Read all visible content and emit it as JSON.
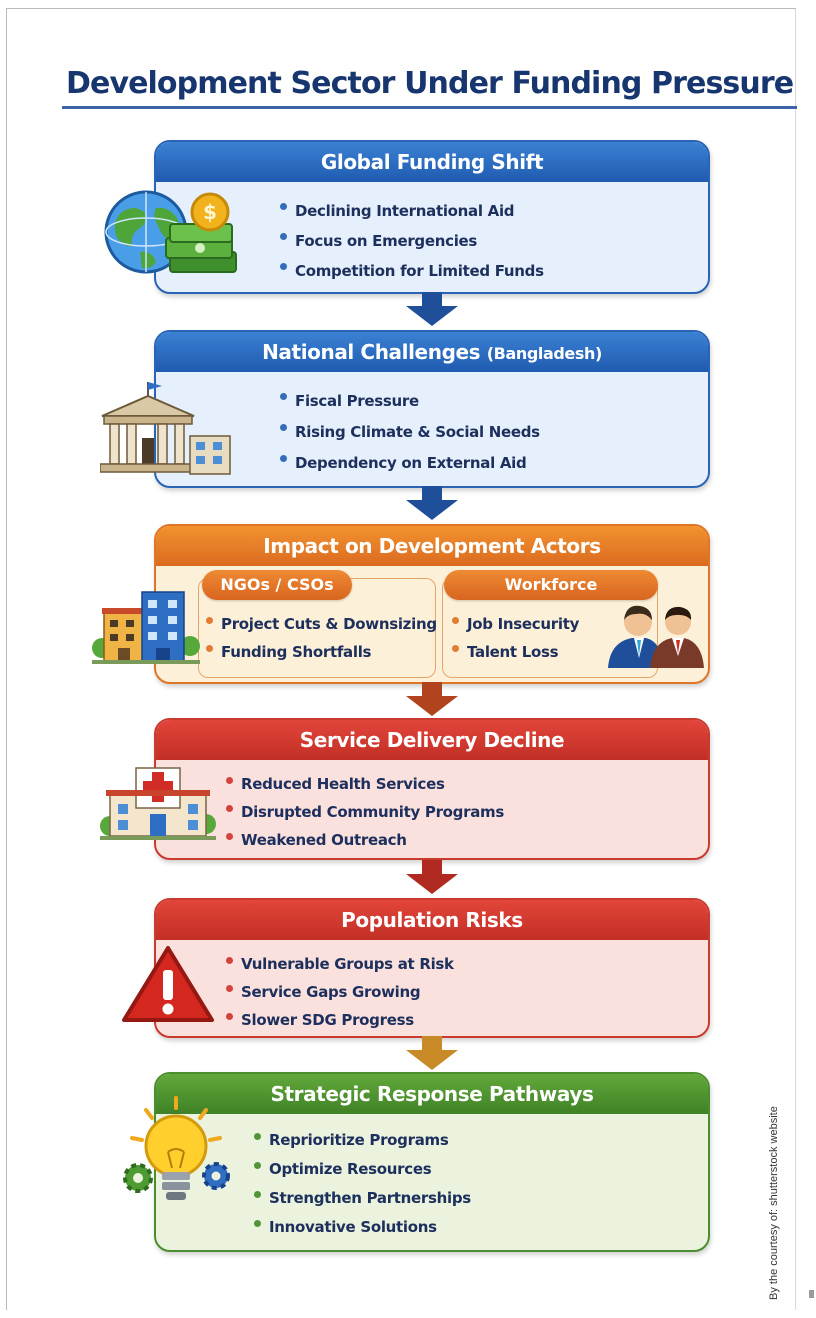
{
  "title": "Development Sector Under Funding Pressure",
  "credit": "By the courtesy of: shutterstock website",
  "colors": {
    "title": "#17356e",
    "blue": "#2a64b6",
    "orange": "#e0752a",
    "red": "#c93a2f",
    "green": "#4b8e2f"
  },
  "sections": {
    "global": {
      "title": "Global Funding Shift",
      "icon": "globe-money-icon",
      "items": [
        "Declining International Aid",
        "Focus on Emergencies",
        "Competition for Limited Funds"
      ]
    },
    "national": {
      "title": "National Challenges",
      "title_suffix": "(Bangladesh)",
      "icon": "government-building-icon",
      "items": [
        "Fiscal Pressure",
        "Rising Climate & Social Needs",
        "Dependency on External Aid"
      ]
    },
    "impact": {
      "title": "Impact on Development Actors",
      "ngos": {
        "title": "NGOs / CSOs",
        "icon": "office-buildings-icon",
        "items": [
          "Project Cuts & Downsizing",
          "Funding Shortfalls"
        ]
      },
      "workforce": {
        "title": "Workforce",
        "icon": "workers-icon",
        "items": [
          "Job Insecurity",
          "Talent Loss"
        ]
      }
    },
    "service": {
      "title": "Service Delivery Decline",
      "icon": "hospital-icon",
      "items": [
        "Reduced Health Services",
        "Disrupted Community Programs",
        "Weakened Outreach"
      ]
    },
    "population": {
      "title": "Population Risks",
      "icon": "warning-icon",
      "items": [
        "Vulnerable Groups at Risk",
        "Service Gaps Growing",
        "Slower SDG Progress"
      ]
    },
    "strategic": {
      "title": "Strategic Response Pathways",
      "icon": "lightbulb-gears-icon",
      "items": [
        "Reprioritize Programs",
        "Optimize Resources",
        "Strengthen Partnerships",
        "Innovative Solutions"
      ]
    }
  }
}
